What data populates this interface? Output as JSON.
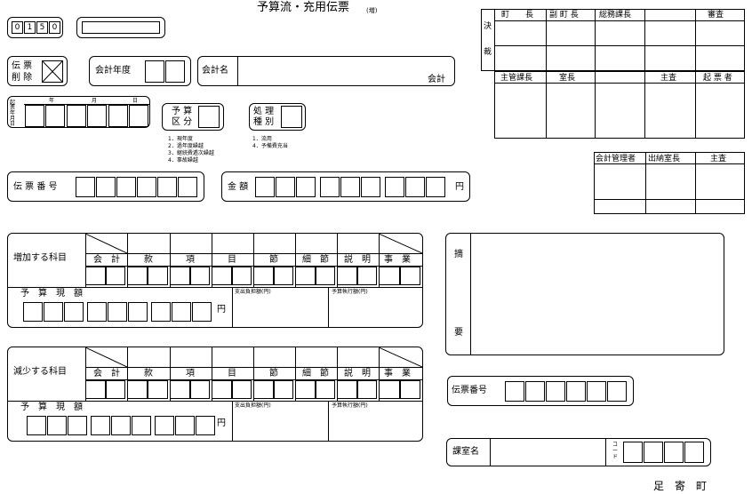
{
  "title": "予算流・充用伝票",
  "title_suffix": "(増)",
  "code": "0150",
  "approval": {
    "kessai": [
      "決",
      "裁"
    ],
    "row1": [
      "町　　長",
      "副 町 長",
      "総務課長",
      "",
      "審査"
    ],
    "row2": [
      "主管課長",
      "室長",
      "",
      "主査",
      "起 票 者"
    ],
    "row3": [
      "会計管理者",
      "出納室長",
      "主査"
    ]
  },
  "voucher_delete": [
    "伝 票",
    "削 除"
  ],
  "fiscal_year_label": "会計年度",
  "account_name_label": "会計名",
  "account_suffix": "会計",
  "date_block": {
    "side_label": "起票年月日",
    "headers": [
      "年",
      "月",
      "日"
    ]
  },
  "budget_category": {
    "label": [
      "予 算",
      "区 分"
    ],
    "options": [
      "1．現年度",
      "2．過年度繰越",
      "3．継続費逓次繰越",
      "4．事故繰越"
    ]
  },
  "process_type": {
    "label": [
      "処 理",
      "種 別"
    ],
    "options": [
      "1．流用",
      "4．予備費充当"
    ]
  },
  "voucher_number_label": "伝 票 番 号",
  "amount_label": "金 額",
  "yen": "円",
  "increase": {
    "label": "増加する科目",
    "headers": [
      "会　計",
      "款",
      "項",
      "目",
      "節",
      "細　節",
      "説　明",
      "事　業"
    ],
    "budget_label": "予　算　現　額",
    "expense_label": "支出負担額(円)",
    "executed_label": "予算執行額(円)"
  },
  "decrease": {
    "label": "減少する科目",
    "headers": [
      "会　計",
      "款",
      "項",
      "目",
      "節",
      "細　節",
      "説　明",
      "事　業"
    ],
    "budget_label": "予　算　現　額",
    "expense_label": "支出負担額(円)",
    "executed_label": "予算執行額(円)"
  },
  "summary_label": [
    "摘",
    "要"
  ],
  "voucher_number_label2": "伝票番号",
  "section_name_label": "課室名",
  "code_label": "コード",
  "footer": "足　寄　町"
}
